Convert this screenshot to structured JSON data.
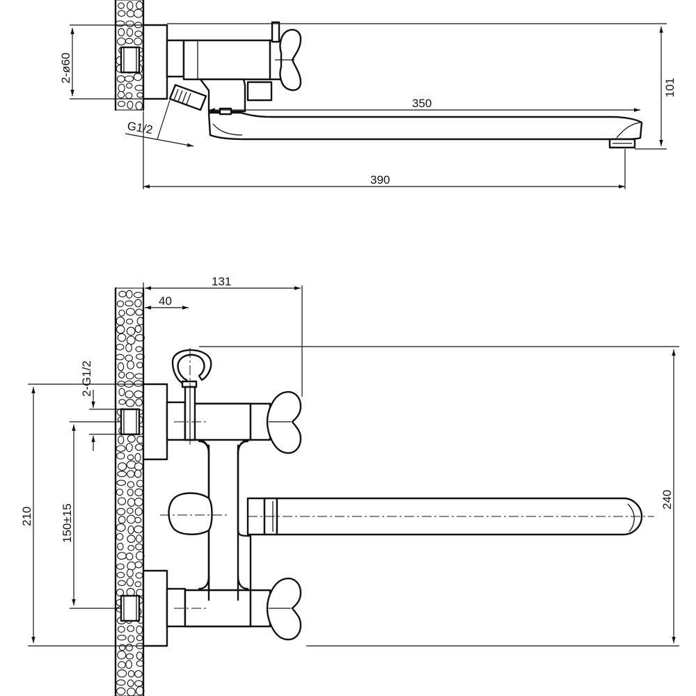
{
  "top_view": {
    "dim_overall": "390",
    "dim_spout": "350",
    "dim_height": "101",
    "dim_eccentric": "2-ø60",
    "dim_outlet_thread": "G1/2"
  },
  "front_view": {
    "dim_handle_reach": "131",
    "dim_holder_offset": "40",
    "dim_inlet_thread": "2-G1/2",
    "dim_total_height": "240",
    "dim_body_height": "210",
    "dim_inlet_spacing": "150±15"
  }
}
